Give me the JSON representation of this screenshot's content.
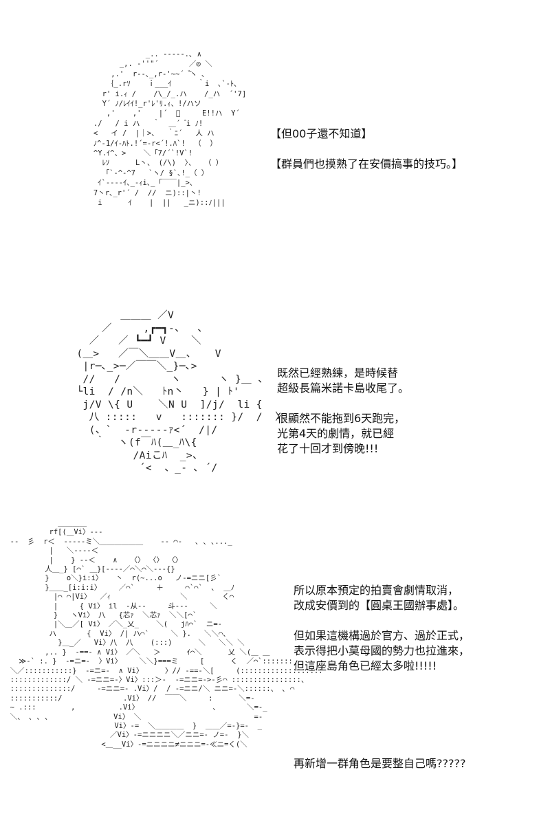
{
  "art_top": "                  _.. -‐‐‐-.､ ∧\n            _,. ‐''\"´       ／◎ ＼\n          ,.'  r‐-､_,r‐'~~´ ̄ ゙ヽ ､\n         ｛_.rｿ    ｉ___ｲ      ｀i  ､`‐ﾄ､\n        r' i.ｨ /    /\\_/_.ハ    /_ハ  ´'7]\n        Y´ ﾉ/ﾚｲｲ!_r'ﾚ'ﾘ.ｨ、!/ハソ\n         ,'    ,'    |´  ゙     E!!ハ  Y´\n      ./   / i ハ   ｀  ＿´  ゙i ﾉ!\n      <   イ /  |｜>、  ｀ﾆ´   人 ハ\n      ﾉ^‐1/ｲ‐ﾊﾄ.!´=‐r<´!.ﾊ`!  （  ）\n      ^Y.ｲ^、>    ＼「7/´`!V`!\n        ﾚｿ      L丶、 (/\\)  〉、  （ ）\n        「`‐^‐^7   `ヽ/ §`､!_（ ）\n       ｲ`‐‐‐‐ｲ､_-ｨi､_「￣￣|_>､\n      7丶r､_r'´ /  //  ニ)::|丶!\n       i      ｲ    |  ||   _ニ)::ﾉ|||",
  "art_mid": "          ＿＿＿ ／V\n       ／     ,┏━┓-、  、\n     ／   ／ ┗━┛ V    ＼\n   (＿>   ／￣＼＿＿V＿、   V\n    |r─､_>─／￣￣＼_}─､>\n    //   /        ヽ      ヽ }＿ 、\n   └li  / /n＼   ﾄn丶   } | ﾄ'\n    j/V \\{ U    ＼N U  ]/j/  li {\n     八 :::::   v   ::::::: }/  /  〉\n     (、`  ‐r‐‐‐‐‐ｧ<´  /|/\n      ｀  ヽ(f￣ﾊ(＿_ﾊ\\{\n            /Aiこﾊ  _>、\n             ´<  、_‐ ､ ´/",
  "art_bottom": "             ＿＿＿＿\n           rf[(＿Vi〉---\n  --  彡  r＜  ‐‐‐‐‐ミ＼＿＿＿＿＿＿    ‐- ⌒‐   ､ ､ ､..._\n           |   ＼‐‐‐‐＜\n           |    } ‐‐＜    ∧   〈〉 〈〉 〈〉\n          人＿_} [⌒` ＿}[‐‐‐‐／⌒＼⌒＼‐‐‐{}\n          }    o＼}i:i〉   丶  r(~...o   ノ-=ニニ[彡`\n          }＿＿_[i:i:i〉    ／⌒`     ＋     ⌒`⌒`  ､  ＿ﾉ\n            |⌒ ⌒|Vi〉  ／ｨ                ＼        く⌒\n            |     { Vi〉 il  ‐从‐‐     斗‐‐‐     ＼\n            }   ヽVi〉 八   {芯ｧ  ＼芯ｧ  ＼＼[⌒`\n            |＼＿／[ Vi〉 ／＼_乂_    ＼(   jﾊ⌒`  ニ=-\n           ハ       {  Vi〉 /| ハ⌒`     ＼ }.   ＼＼⌒、\n             }＿_／   Vi〉八  八    (:::)      ＼   ＼＼ ＼\n          ,.. }  -==- ∧ Vi〉 ／＼   ＞      ｲ⌒＼      乂 ＼(＿ ＿\n    ≫‐` :. }  -=ニ=-  〉Vi〉    ＼＼}===ミ     [      く  ／⌒`:::::::\n  ＼／:::::::::::}  -=ニ=-  ∧ Vi〉     〉// ‐==‐＼[     (:::::::::::::::::::\n  :::::::::::::/ ＼ -=ニニ=-〉Vi〉:::＞‐  -=ニニ=‐>‐彡⌒ ::::::::::::::::、\n  ::::::::::::::/     -=ニニ=- .Vi〉/  / -=ニニ/＼ ニニ=-＼::::::、 ､ ⌒\n  :::::::::::/              .Vi〉 //  ￣￣＼     :      ＼=-\n  ~ .:::        ,          .Vi〉                 ､       ＼=-_\n  ＼、 ､ ､ ､               Vi〉 ＼                          =-\n                          Vi〉-=  ＼＿＿＿＿  }  ＿＿／=-}=-  _\n                         ／Vi〉-=ニニニニ＼／ニニ=- ノ=-  }＼\n                       <＿__Vi〉-=ニニニニ≠ニニニ=-≪ニ=く(＼",
  "text_block_1": {
    "lines": [
      "【但00子還不知道】",
      "【群員們也摸熟了在安價搞事的技巧。】"
    ]
  },
  "text_block_2": {
    "lines": [
      "既然已經熟練，是時候替",
      "超級長篇米諾卡島收尾了。",
      "很顯然不能拖到6天跑完，",
      "光第4天的劇情，就已經",
      "花了十回才到傍晚!!!"
    ]
  },
  "text_block_3": {
    "lines": [
      "所以原本預定的拍賣會劇情取消，",
      "改成安價到的【圓桌王國辦事處】。",
      "但如果這機構過於官方、過於正式，",
      "表示得把小莫母國的勢力也拉進來，",
      "但這座島角色已經太多啦!!!!!"
    ]
  },
  "text_block_4": {
    "lines": [
      "再新增一群角色是要整自己嗎?????"
    ]
  }
}
